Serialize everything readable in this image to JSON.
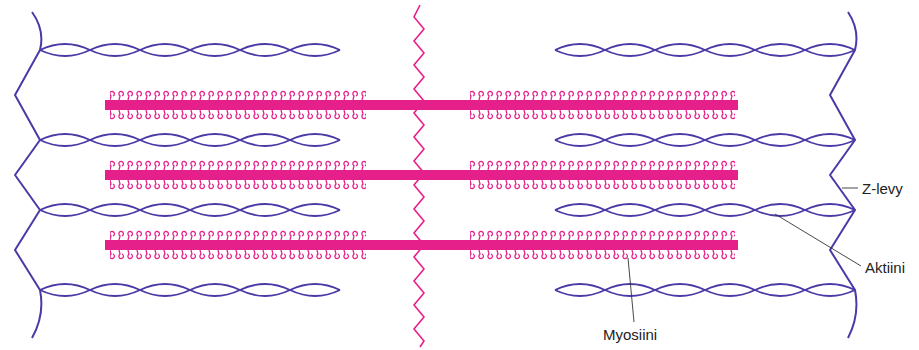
{
  "diagram": {
    "labels": [
      "Z-levy",
      "Aktiini",
      "Myosiini"
    ]
  }
}
